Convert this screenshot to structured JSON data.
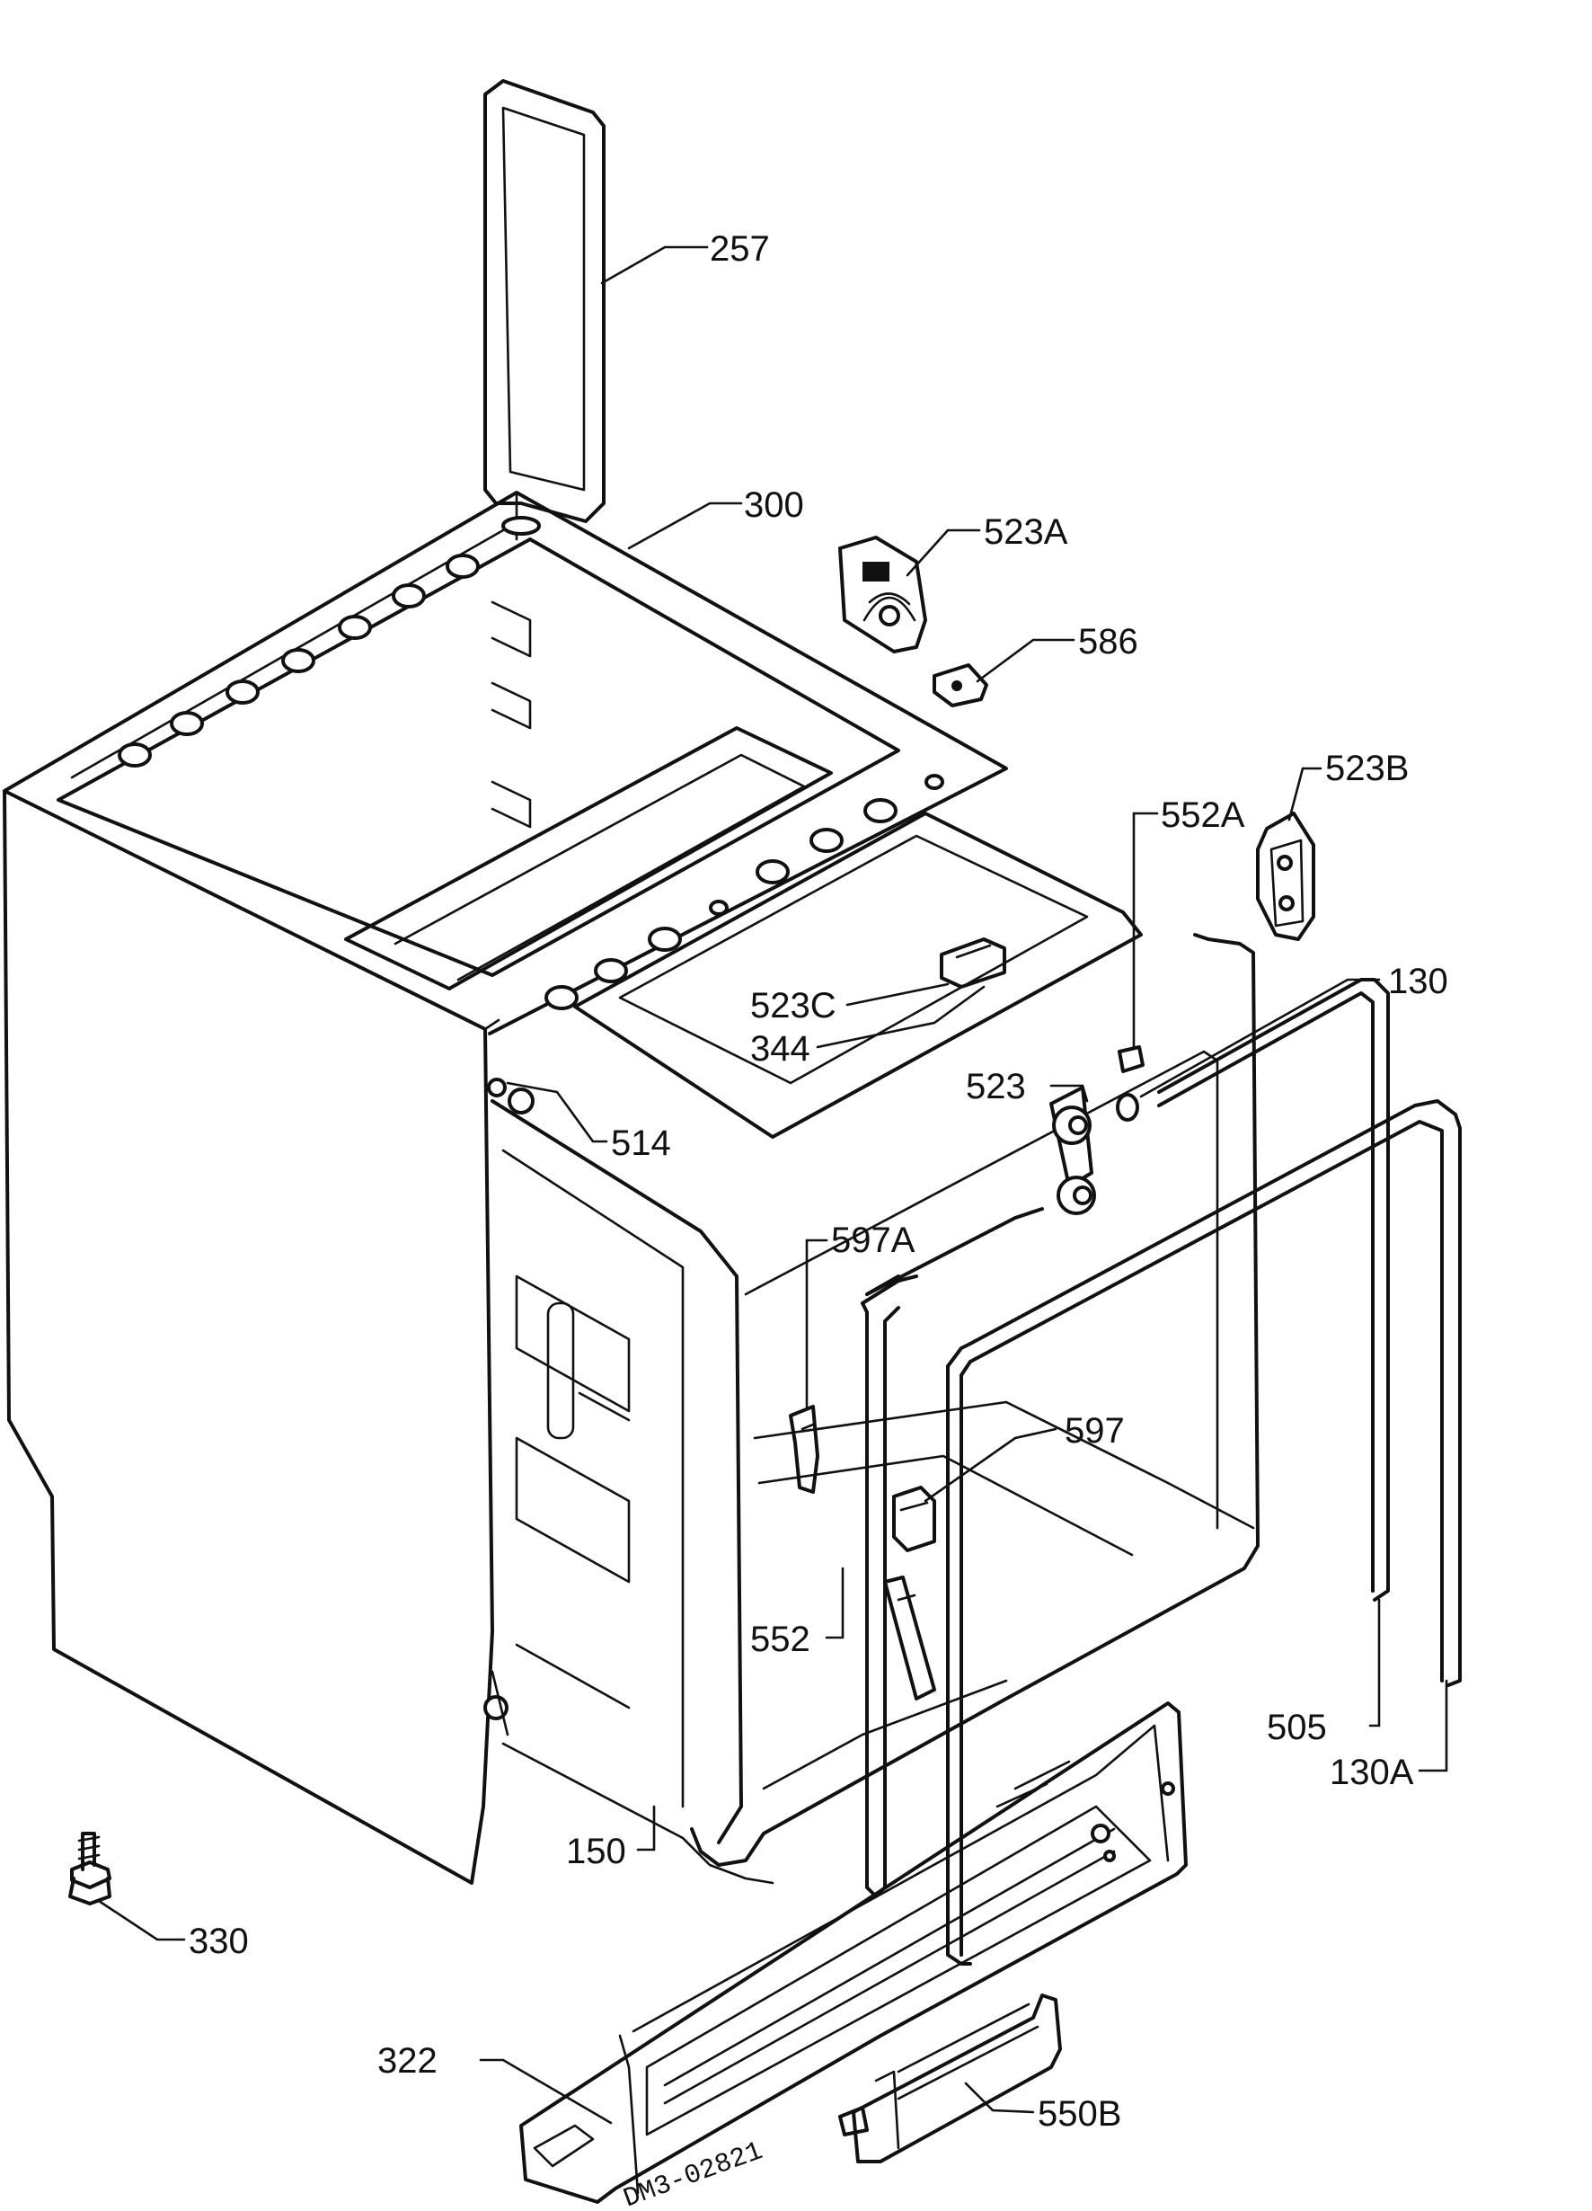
{
  "labels": {
    "p257": "257",
    "p300": "300",
    "p523a": "523A",
    "p586": "586",
    "p523b": "523B",
    "p552a": "552A",
    "p130": "130",
    "p523c": "523C",
    "p344": "344",
    "p523": "523",
    "p514": "514",
    "p597a": "597A",
    "p597": "597",
    "p552": "552",
    "p505": "505",
    "p130a": "130A",
    "p150": "150",
    "p330": "330",
    "p322": "322",
    "p550b": "550B"
  },
  "drawing_code": "DM3-02821",
  "colors": {
    "ink": "#111111",
    "paper": "#ffffff"
  }
}
